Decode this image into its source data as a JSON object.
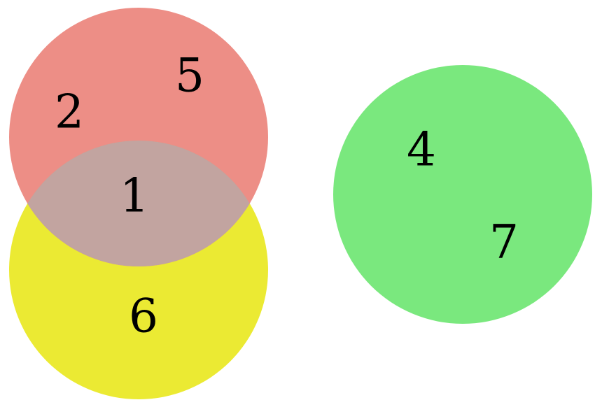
{
  "diagram": {
    "type": "venn",
    "sets": [
      {
        "id": "red",
        "color": "#ea7d74",
        "opacity": 0.87
      },
      {
        "id": "yellow",
        "color": "#ebea33",
        "opacity": 1.0
      },
      {
        "id": "green",
        "color": "#7ae87e",
        "opacity": 1.0
      }
    ],
    "overlap_color": "#c2a4a0",
    "labels": {
      "red_only_a": "2",
      "red_only_b": "5",
      "red_yellow": "1",
      "yellow_only": "6",
      "green_a": "4",
      "green_b": "7"
    }
  }
}
